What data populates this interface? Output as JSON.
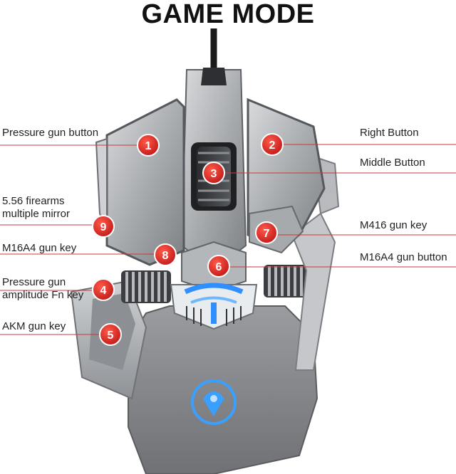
{
  "title": "GAME MODE",
  "colors": {
    "badge": "#d42a2a",
    "leader": "#c83a3a",
    "accent_blue": "#2f8fff"
  },
  "callouts": [
    {
      "number": "1",
      "text": "Pressure gun button"
    },
    {
      "number": "2",
      "text": "Right Button"
    },
    {
      "number": "3",
      "text": "Middle Button"
    },
    {
      "number": "9",
      "text_lines": [
        "5.56 firearms",
        "multiple mirror"
      ]
    },
    {
      "number": "7",
      "text": "M416 gun key"
    },
    {
      "number": "8",
      "text": "M16A4 gun key"
    },
    {
      "number": "6",
      "text": "M16A4 gun button"
    },
    {
      "number": "4",
      "text_lines": [
        "Pressure gun",
        "amplitude Fn key"
      ]
    },
    {
      "number": "5",
      "text": "AKM gun key"
    }
  ]
}
